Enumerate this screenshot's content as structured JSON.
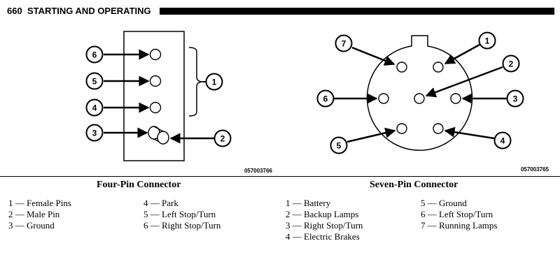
{
  "header": {
    "page_number": "660",
    "section_title": "STARTING AND OPERATING"
  },
  "four_pin": {
    "callouts": [
      "6",
      "5",
      "4",
      "3",
      "2",
      "1"
    ],
    "figure_code": "057003766",
    "caption": "Four-Pin Connector",
    "legend_left": [
      "1 — Female Pins",
      "2 — Male Pin",
      "3 — Ground"
    ],
    "legend_right": [
      "4 — Park",
      "5 — Left Stop/Turn",
      "6 — Right Stop/Turn"
    ]
  },
  "seven_pin": {
    "callouts": [
      "7",
      "1",
      "2",
      "6",
      "3",
      "5",
      "4"
    ],
    "figure_code": "057003765",
    "caption": "Seven-Pin Connector",
    "legend_left": [
      "1 — Battery",
      "2 — Backup Lamps",
      "3 — Right Stop/Turn",
      "4 — Electric Brakes"
    ],
    "legend_right": [
      "5 — Ground",
      "6 — Left Stop/Turn",
      "7 — Running Lamps"
    ]
  }
}
